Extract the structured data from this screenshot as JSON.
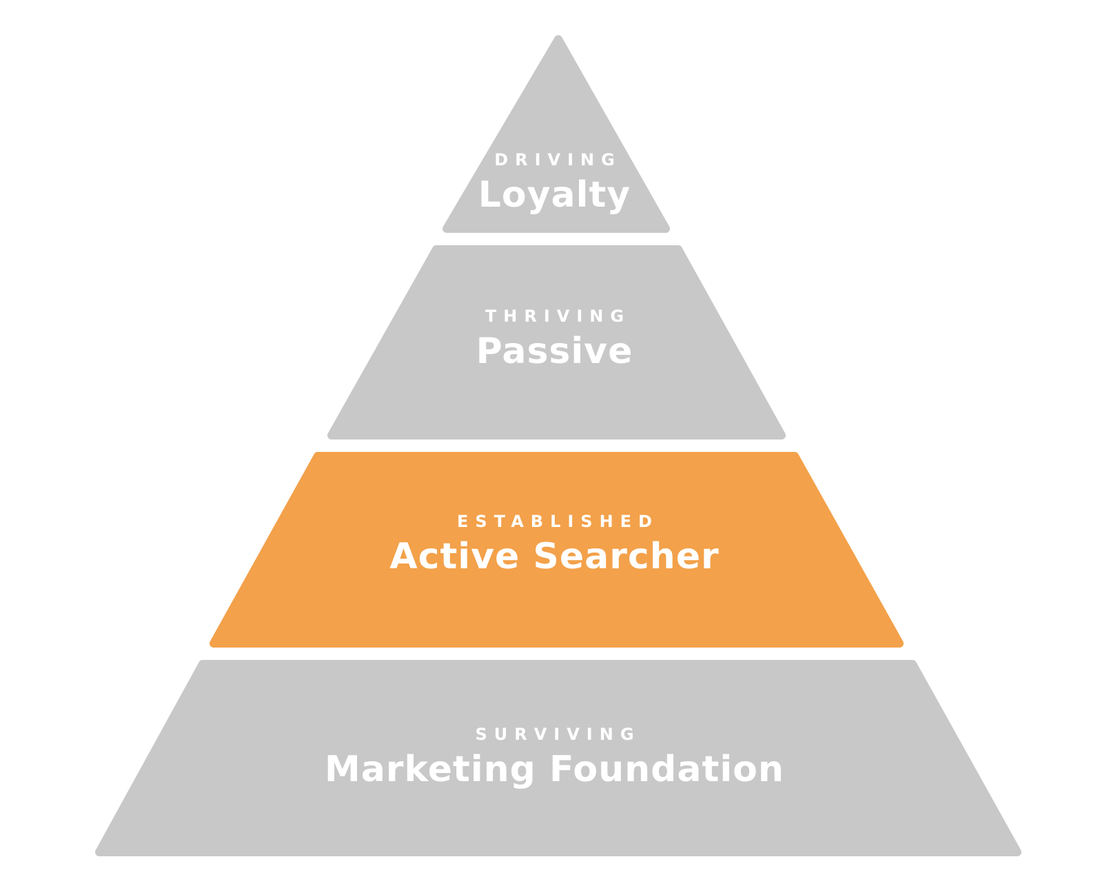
{
  "colors": {
    "tier_default": "#c8c8c8",
    "tier_highlight": "#f3a14a",
    "text": "#ffffff",
    "background": "#ffffff"
  },
  "pyramid": {
    "highlighted_tier": "established",
    "tiers": [
      {
        "id": "driving",
        "kicker": "DRIVING",
        "title": "Loyalty"
      },
      {
        "id": "thriving",
        "kicker": "THRIVING",
        "title": "Passive"
      },
      {
        "id": "established",
        "kicker": "ESTABLISHED",
        "title": "Active Searcher"
      },
      {
        "id": "surviving",
        "kicker": "SURVIVING",
        "title": "Marketing Foundation"
      }
    ]
  }
}
